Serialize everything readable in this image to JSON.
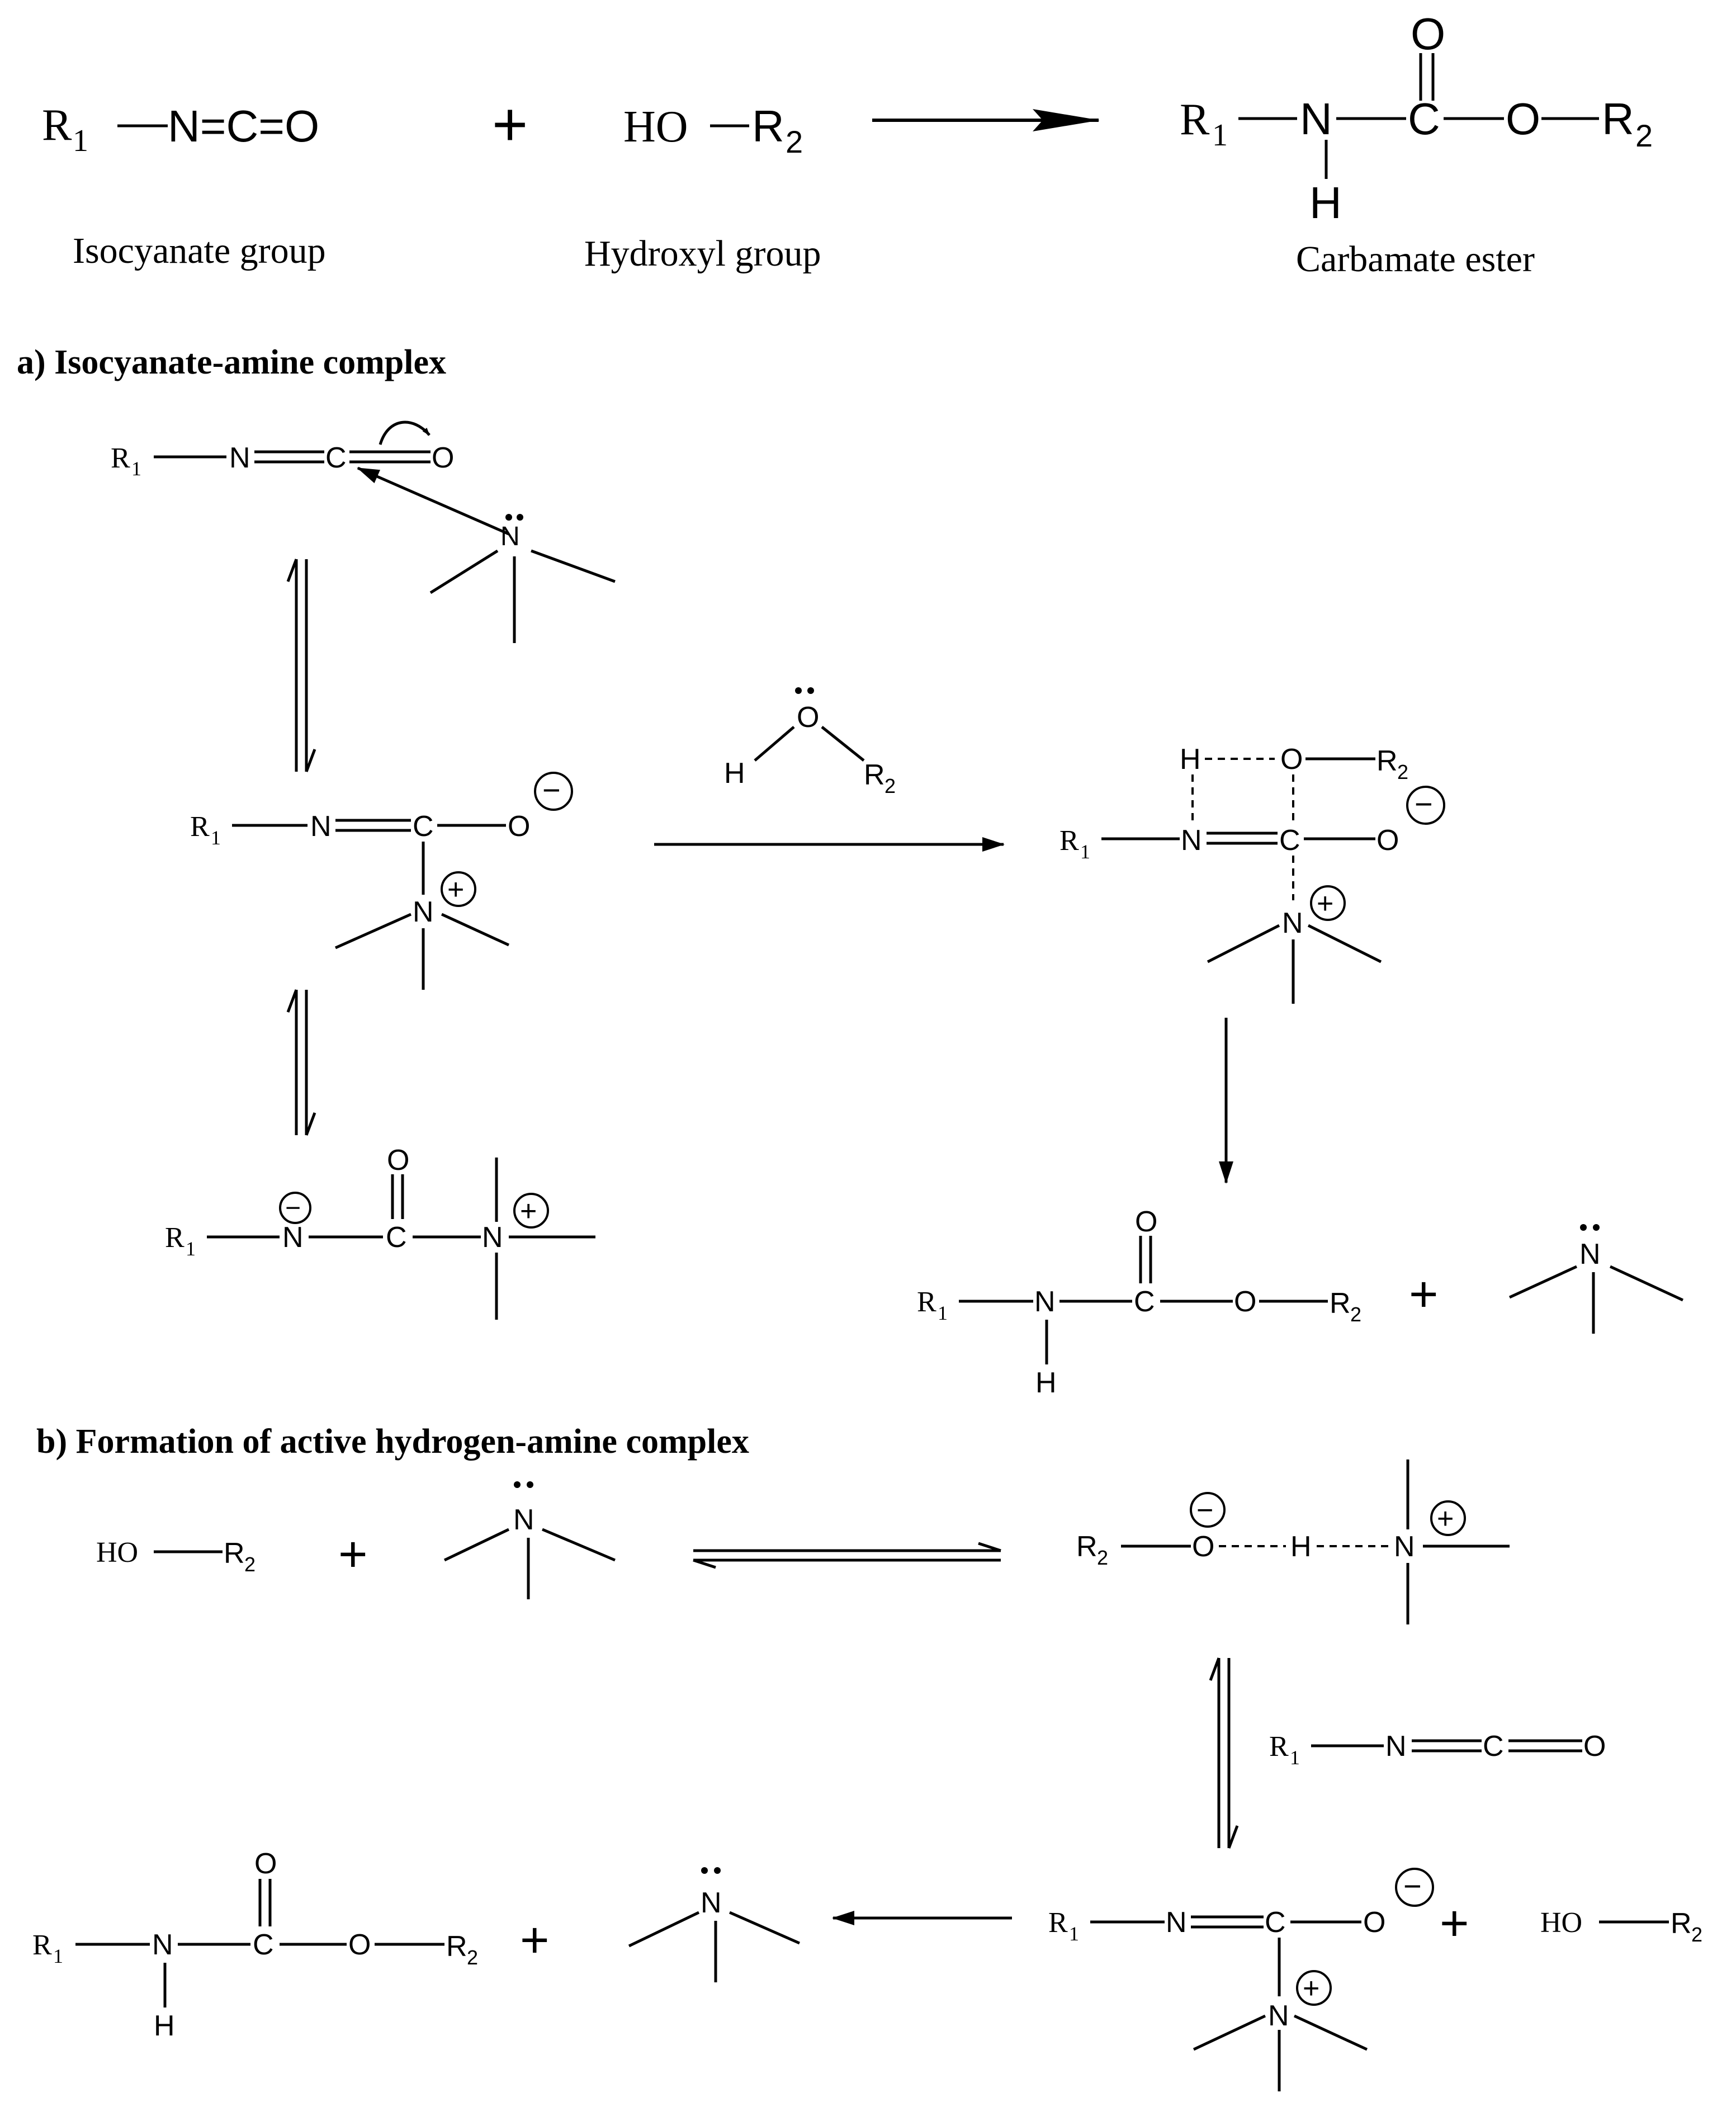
{
  "overall": {
    "reactant1": {
      "r": "R",
      "sub": "1",
      "group": "N=C=O"
    },
    "plus": "+",
    "reactant2": {
      "text": "HO",
      "r": "R",
      "sub": "2"
    },
    "product": {
      "r": "R",
      "sub1": "1",
      "n": "N",
      "c": "C",
      "o_top": "O",
      "o": "O",
      "r2": "R",
      "sub2": "2",
      "h": "H"
    },
    "labels": {
      "isocyanate": "Isocyanate group",
      "hydroxyl": "Hydroxyl group",
      "carbamate": "Carbamate ester"
    }
  },
  "section_a": {
    "title": "a) Isocyanate-amine complex"
  },
  "section_b": {
    "title": "b) Formation of active hydrogen-amine complex"
  },
  "atoms": {
    "R": "R",
    "N": "N",
    "C": "C",
    "O": "O",
    "H": "H",
    "HO": "HO",
    "one": "1",
    "two": "2",
    "plus": "+",
    "minus": "−",
    "lone_pair": "••"
  }
}
